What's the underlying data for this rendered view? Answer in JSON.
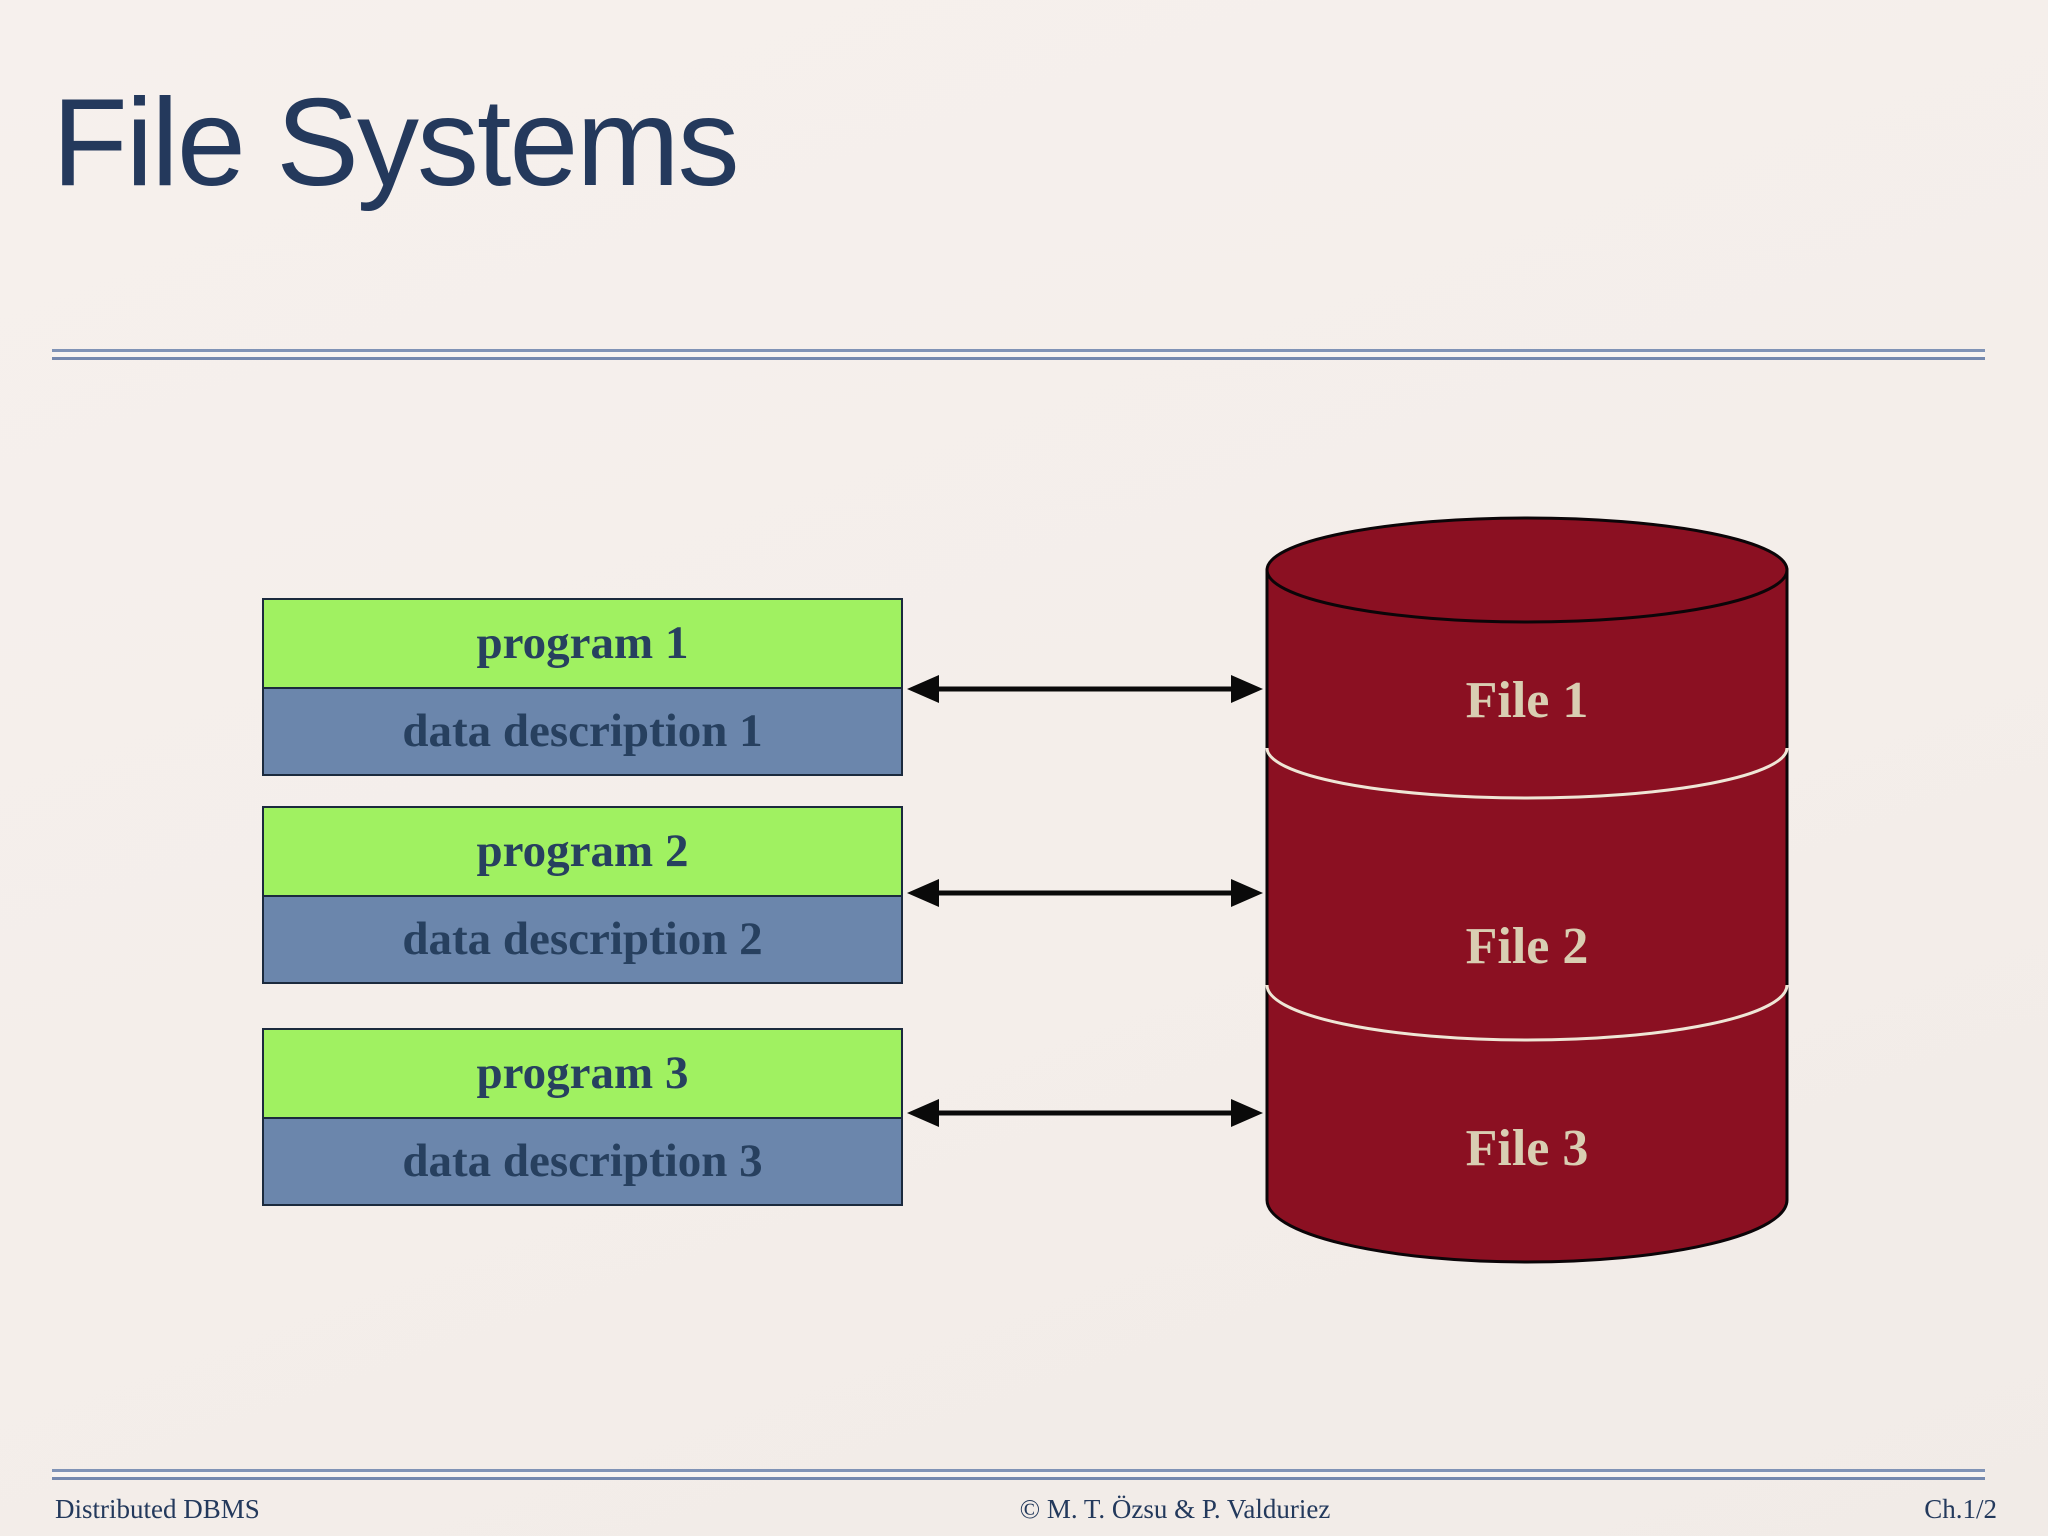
{
  "slide": {
    "title": "File Systems",
    "footer": {
      "left": "Distributed DBMS",
      "center": "© M. T. Özsu & P. Valduriez",
      "right": "Ch.1/2"
    }
  },
  "diagram": {
    "programs": [
      {
        "program": "program 1",
        "data_description": "data description 1"
      },
      {
        "program": "program 2",
        "data_description": "data description 2"
      },
      {
        "program": "program 3",
        "data_description": "data description 3"
      }
    ],
    "files": [
      {
        "label": "File 1"
      },
      {
        "label": "File 2"
      },
      {
        "label": "File 3"
      }
    ],
    "colors": {
      "program_fill": "#a0f161",
      "data_description_fill": "#6b86ac",
      "cylinder_fill": "#8b1022",
      "cylinder_outline": "#0b0508",
      "cylinder_divider": "#efe6d6",
      "file_label_text": "#d9ceb2",
      "box_text": "#27405f",
      "title_text": "#24395c",
      "rule_accent": "#7488ae",
      "arrow": "#0a0a0a",
      "background": "#f4eeea"
    }
  }
}
